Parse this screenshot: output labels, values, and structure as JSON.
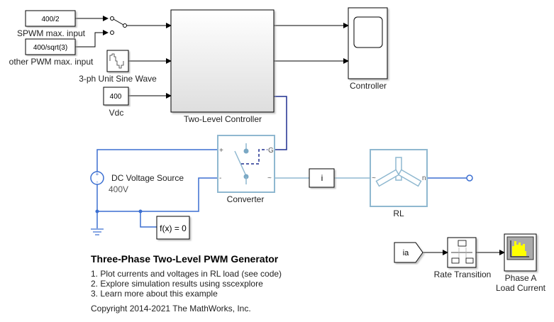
{
  "blocks": {
    "const_spwm": {
      "value": "400/2",
      "label": "SPWM max. input"
    },
    "const_other": {
      "value": "400/sqrt(3)",
      "label": "other PWM max. input"
    },
    "sine": {
      "label": "3-ph Unit Sine Wave"
    },
    "vdc": {
      "value": "400",
      "label": "Vdc"
    },
    "controller_subsystem": {
      "label": "Two-Level Controller"
    },
    "controller_scope": {
      "label": "Controller"
    },
    "converter": {
      "label": "Converter",
      "port_plus": "+",
      "port_minus": "-",
      "port_g": "G",
      "port_ac": "~"
    },
    "dc_source": {
      "label": "DC Voltage Source",
      "value": "400V"
    },
    "solver": {
      "label": "f(x) = 0"
    },
    "current_sensor": {
      "label": "i"
    },
    "rl": {
      "label": "RL",
      "port_ac": "~",
      "port_n": "n"
    },
    "goto_ia": {
      "label": "ia"
    },
    "rate_transition": {
      "label": "Rate Transition"
    },
    "phase_a_scope": {
      "label_line1": "Phase A",
      "label_line2": "Load Current"
    }
  },
  "annotation": {
    "title": "Three-Phase Two-Level PWM Generator",
    "items": [
      "1. Plot currents and voltages in RL load (see code)",
      "2. Explore simulation results using sscexplore",
      "3. Learn more about this example"
    ],
    "copyright": "Copyright 2014-2021 The MathWorks, Inc."
  },
  "colors": {
    "physical_line": "#3b6fd1",
    "simscape_block": "#8fb8d0",
    "signal": "#000000"
  }
}
